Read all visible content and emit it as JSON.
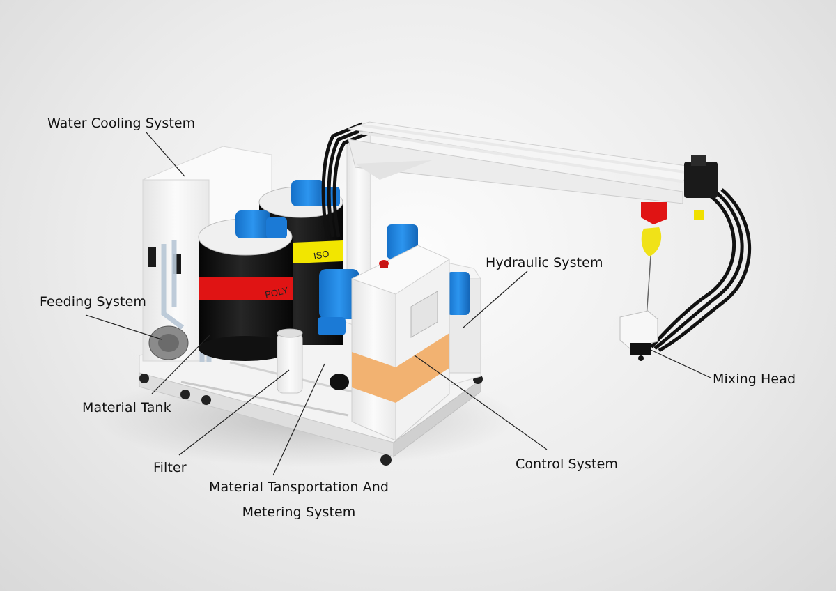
{
  "labels": {
    "water_cooling": "Water Cooling System",
    "feeding": "Feeding System",
    "material_tank": "Material Tank",
    "filter": "Filter",
    "transport_line1": "Material Tansportation And",
    "transport_line2": "Metering System",
    "hydraulic": "Hydraulic System",
    "control": "Control System",
    "mixing_head": "Mixing Head"
  },
  "tanks": {
    "poly_label": "POLY",
    "iso_label": "ISO"
  },
  "colors": {
    "motor_blue": "#1f86e0",
    "tank_black": "#141414",
    "poly_band": "#e01414",
    "iso_band": "#f2e600",
    "panel_orange": "#f2b271",
    "frame_white": "#f7f7f7",
    "warning_red": "#e01a1a",
    "nozzle_yellow": "#f0e000"
  }
}
